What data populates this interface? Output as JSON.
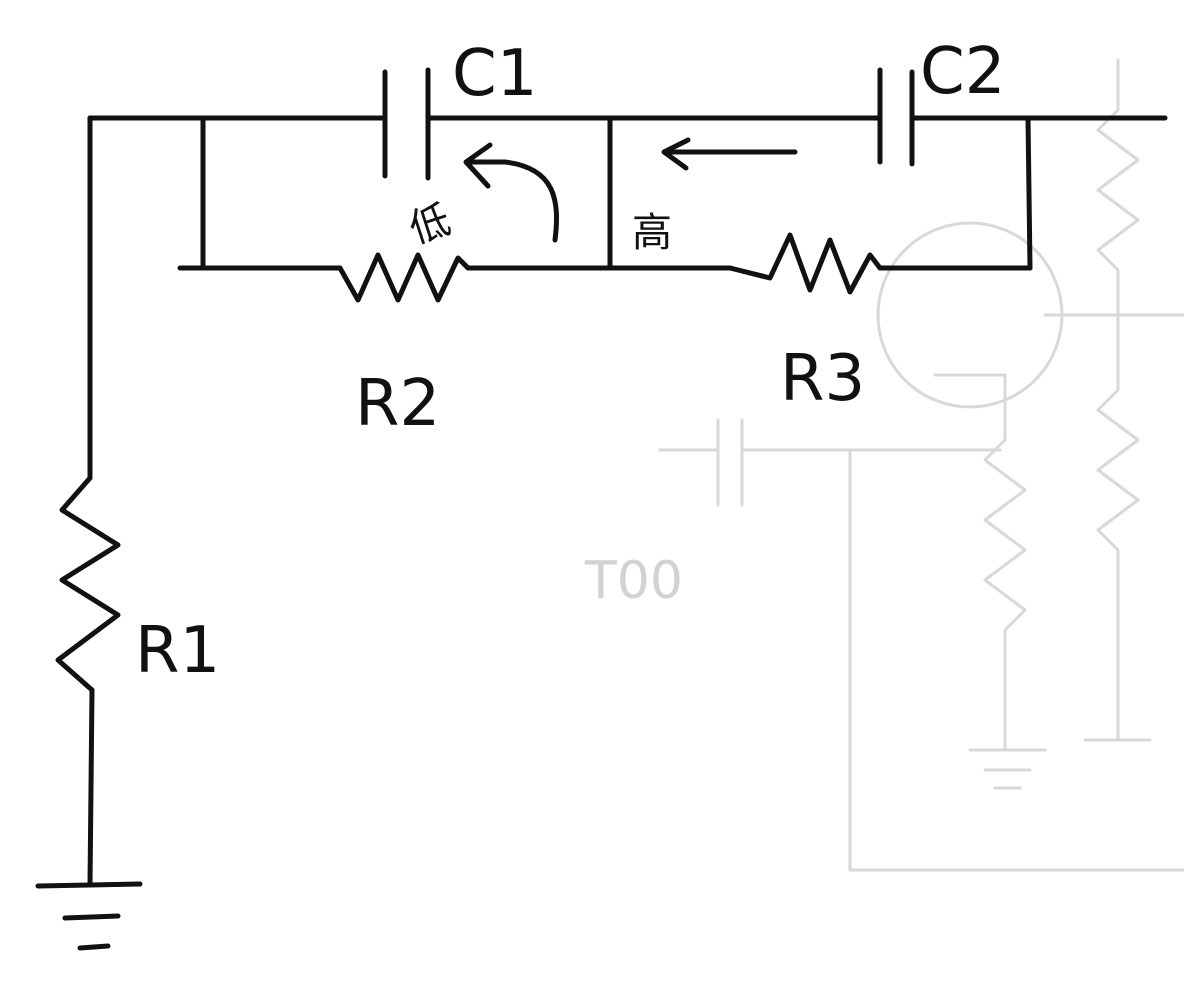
{
  "diagram": {
    "components": {
      "c1": {
        "label": "C1"
      },
      "c2": {
        "label": "C2"
      },
      "r1": {
        "label": "R1"
      },
      "r2": {
        "label": "R2"
      },
      "r3": {
        "label": "R3"
      }
    },
    "annotations": {
      "low": "低",
      "high": "高"
    },
    "bleed_through_text": "T00",
    "colors": {
      "ink": "#111111",
      "bleed_through": "#d8d8d8",
      "paper": "#ffffff"
    }
  }
}
